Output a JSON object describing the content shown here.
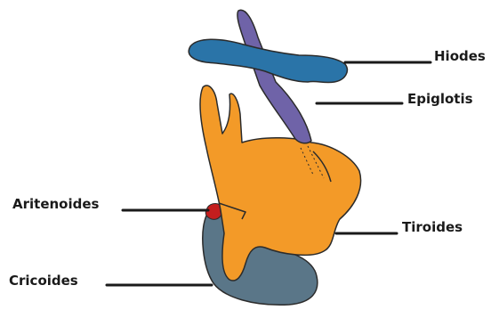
{
  "labels": {
    "hyoid": "Hiodes",
    "epiglottis": "Epiglotis",
    "arytenoid": "Aritenoides",
    "thyroid": "Tiroides",
    "cricoid": "Cricoides"
  },
  "colors": {
    "hyoid": "#2a74a8",
    "epiglottis": "#6f63a8",
    "thyroid": "#f39a28",
    "cricoid": "#5a7688",
    "arytenoid": "#c41e1e",
    "outline": "#2b2b2b",
    "leader": "#1a1a1a"
  }
}
